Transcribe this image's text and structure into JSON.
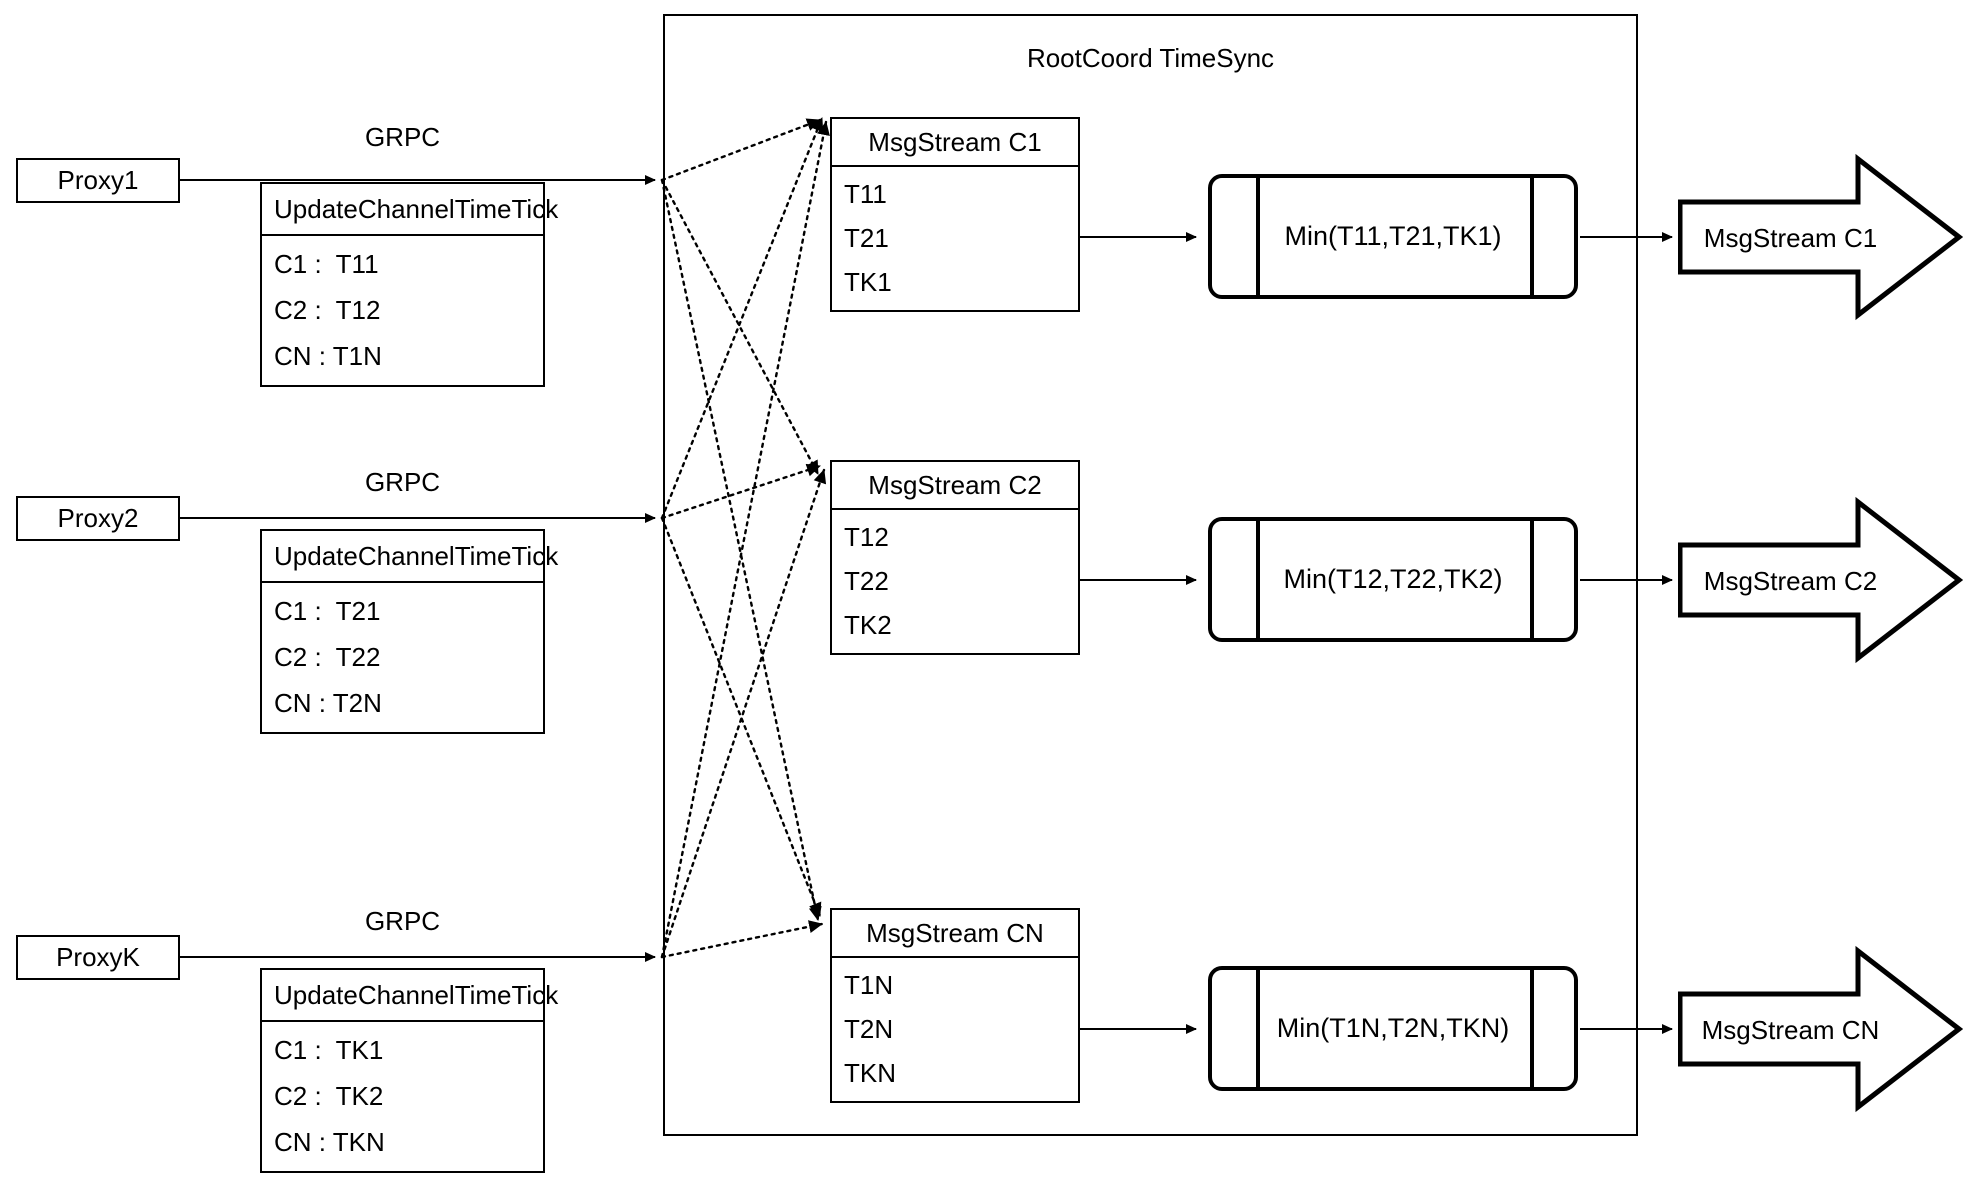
{
  "diagram": {
    "title": "RootCoord TimeSync",
    "container_label": "RootCoord TimeSync",
    "grpc_label": "GRPC",
    "request_title": "UpdateChannelTimeTick"
  },
  "proxies": [
    {
      "name": "Proxy1",
      "link_label": "GRPC",
      "request_title": "UpdateChannelTimeTick",
      "rows": [
        "C1 :  T11",
        "C2 :  T12",
        "CN : T1N"
      ]
    },
    {
      "name": "Proxy2",
      "link_label": "GRPC",
      "request_title": "UpdateChannelTimeTick",
      "rows": [
        "C1 :  T21",
        "C2 :  T22",
        "CN : T2N"
      ]
    },
    {
      "name": "ProxyK",
      "link_label": "GRPC",
      "request_title": "UpdateChannelTimeTick",
      "rows": [
        "C1 :  TK1",
        "C2 :  TK2",
        "CN : TKN"
      ]
    }
  ],
  "channels": [
    {
      "stream_title": "MsgStream C1",
      "ticks": [
        "T11",
        "T21",
        "TK1"
      ],
      "min_label": "Min(T11,T21,TK1)",
      "output_label": "MsgStream C1"
    },
    {
      "stream_title": "MsgStream C2",
      "ticks": [
        "T12",
        "T22",
        "TK2"
      ],
      "min_label": "Min(T12,T22,TK2)",
      "output_label": "MsgStream C2"
    },
    {
      "stream_title": "MsgStream CN",
      "ticks": [
        "T1N",
        "T2N",
        "TKN"
      ],
      "min_label": "Min(T1N,T2N,TKN)",
      "output_label": "MsgStream CN"
    }
  ],
  "colors": {
    "stroke": "#000000",
    "background": "#ffffff"
  }
}
